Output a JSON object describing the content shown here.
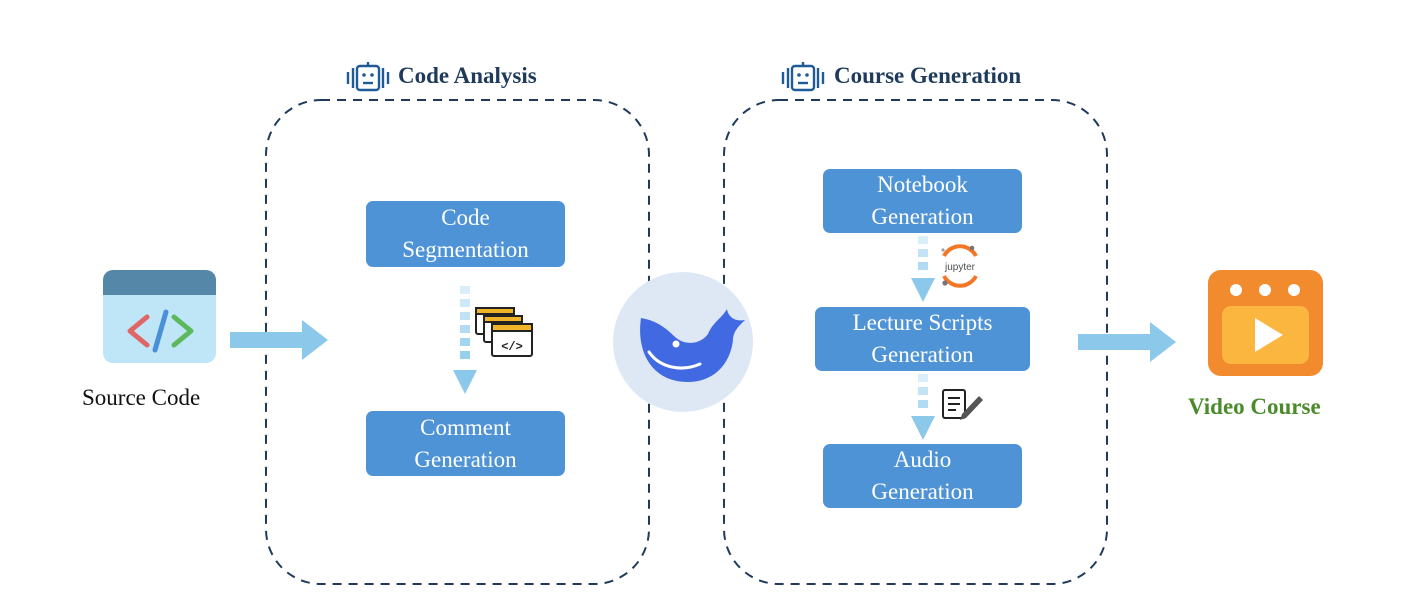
{
  "panels": {
    "analysis": {
      "title": "Code Analysis",
      "steps": [
        {
          "line1": "Code",
          "line2": "Segmentation"
        },
        {
          "line1": "Comment",
          "line2": "Generation"
        }
      ]
    },
    "generation": {
      "title": "Course Generation",
      "steps": [
        {
          "line1": "Notebook",
          "line2": "Generation"
        },
        {
          "line1": "Lecture Scripts",
          "line2": "Generation"
        },
        {
          "line1": "Audio",
          "line2": "Generation"
        }
      ]
    }
  },
  "input": {
    "label": "Source Code",
    "icon": "code-window-icon"
  },
  "output": {
    "label": "Video Course",
    "icon": "video-player-icon",
    "label_color": "#4b8b2b"
  },
  "center_icon": "whale-logo-icon",
  "jupyter_text": "jupyter",
  "code_icon_text": "</>",
  "colors": {
    "box": "#4f93d7",
    "arrow": "#8cc8ea",
    "panel_border": "#1f3b5c",
    "whale": "#4169e1",
    "whale_bg": "#dde8f4",
    "video": "#f28a2e"
  }
}
